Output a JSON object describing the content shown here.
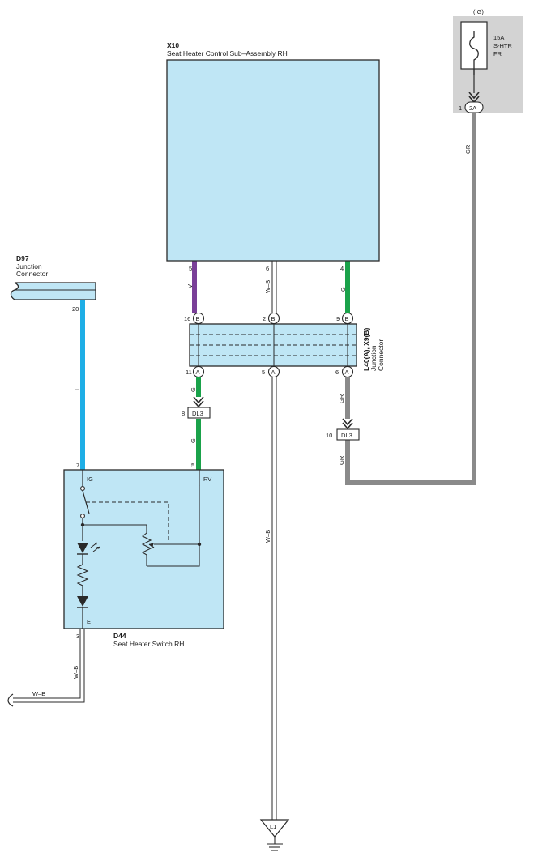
{
  "colors": {
    "box_fill": "#bfe6f5",
    "wire_violet": "#7a3f98",
    "wire_green": "#1aa24a",
    "wire_blue": "#1eaee6",
    "wire_gray": "#8a8a8a",
    "fuse_panel": "#d3d3d3"
  },
  "fuse": {
    "supply": "(IG)",
    "rating": "15A",
    "name_line1": "S-HTR",
    "name_line2": "FR",
    "pin": "1",
    "connector": "2A"
  },
  "x10": {
    "code": "X10",
    "name": "Seat Heater Control Sub–Assembly RH",
    "pins": {
      "p5": "5",
      "p6": "6",
      "p4": "4"
    }
  },
  "d97": {
    "code": "D97",
    "name_line1": "Junction",
    "name_line2": "Connector",
    "pin": "20"
  },
  "junction": {
    "code": "L40(A), X9(B)",
    "name_line1": "Junction",
    "name_line2": "Connector",
    "top_pins": [
      "16",
      "2",
      "9"
    ],
    "top_letter": "B",
    "bottom_pins": [
      "11",
      "5",
      "6"
    ],
    "bottom_letter": "A"
  },
  "wires": {
    "v": "V",
    "wb": "W–B",
    "g": "G",
    "gr": "GR",
    "l": "L"
  },
  "dl3": {
    "label": "DL3",
    "pin_left": "8",
    "pin_right": "10"
  },
  "d44": {
    "code": "D44",
    "name": "Seat Heater Switch RH",
    "pin_ig": "7",
    "label_ig": "IG",
    "pin_rv": "5",
    "label_rv": "RV",
    "pin_e": "3",
    "label_e": "E"
  },
  "ground": {
    "label": "L1"
  }
}
